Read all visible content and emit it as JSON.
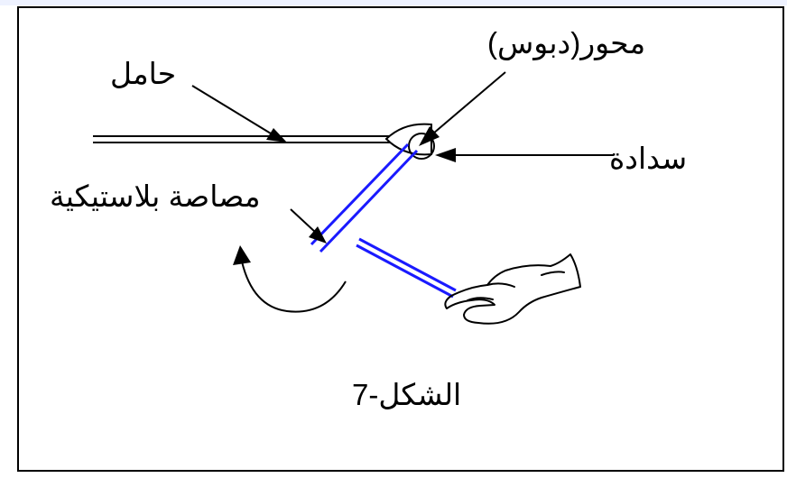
{
  "labels": {
    "holder": "حامل",
    "pin": "محور(دبوس)",
    "stopper": "سدادة",
    "straw": "مصاصة بلاستيكية",
    "figure": "الشكل-7"
  },
  "colors": {
    "frame": "#000000",
    "straw": "#1a1aff",
    "ink": "#000000",
    "watermark": "#f3f6ff"
  }
}
